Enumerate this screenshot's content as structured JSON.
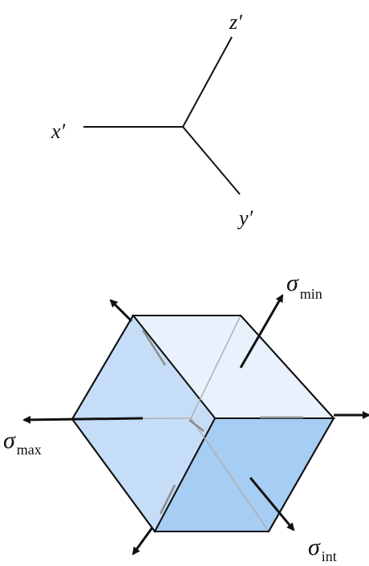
{
  "axes": {
    "x_label": "x′",
    "y_label": "y′",
    "z_label": "z′"
  },
  "stresses": {
    "symbol": "σ",
    "min_sub": "min",
    "max_sub": "max",
    "int_sub": "int"
  },
  "colors": {
    "line": "#111111",
    "face_top": "#e8f1fc",
    "face_left": "#c6ddf7",
    "face_right": "#a6cdf3",
    "hidden_edge": "#b0b0b0"
  }
}
